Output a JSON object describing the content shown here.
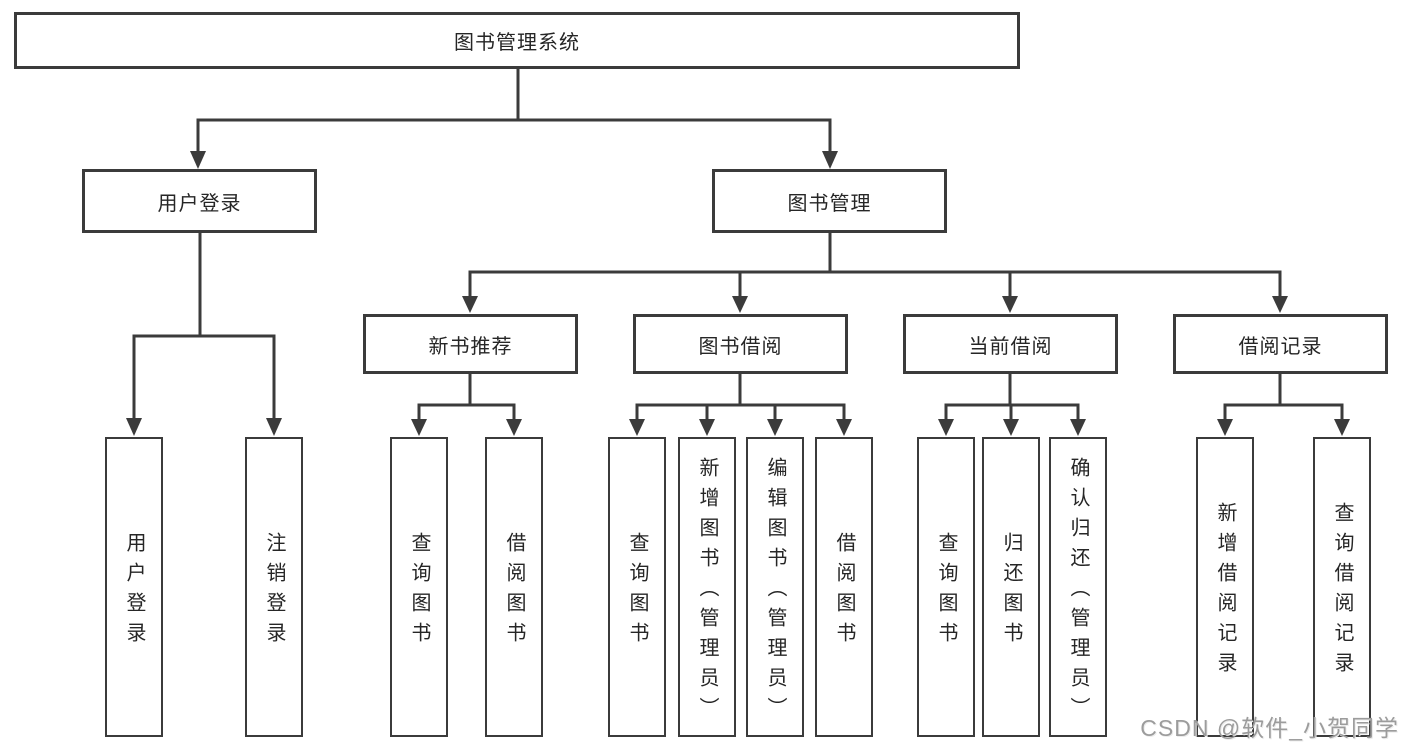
{
  "diagram": {
    "root": {
      "label": "图书管理系统",
      "children": [
        {
          "label": "用户登录",
          "children": [
            {
              "label": "用户登录"
            },
            {
              "label": "注销登录"
            }
          ]
        },
        {
          "label": "图书管理",
          "children": [
            {
              "label": "新书推荐",
              "children": [
                {
                  "label": "查询图书"
                },
                {
                  "label": "借阅图书"
                }
              ]
            },
            {
              "label": "图书借阅",
              "children": [
                {
                  "label": "查询图书"
                },
                {
                  "label": "新增图书（管理员）"
                },
                {
                  "label": "编辑图书（管理员）"
                },
                {
                  "label": "借阅图书"
                }
              ]
            },
            {
              "label": "当前借阅",
              "children": [
                {
                  "label": "查询图书"
                },
                {
                  "label": "归还图书"
                },
                {
                  "label": "确认归还（管理员）"
                }
              ]
            },
            {
              "label": "借阅记录",
              "children": [
                {
                  "label": "新增借阅记录"
                },
                {
                  "label": "查询借阅记录"
                }
              ]
            }
          ]
        }
      ]
    }
  },
  "watermark": {
    "text": "CSDN @软件_小贺同学"
  },
  "colors": {
    "line": "#3b3b3b",
    "box_border": "#3b3b3b",
    "text": "#262626",
    "watermark": "#9c9c9c",
    "background": "#ffffff"
  }
}
